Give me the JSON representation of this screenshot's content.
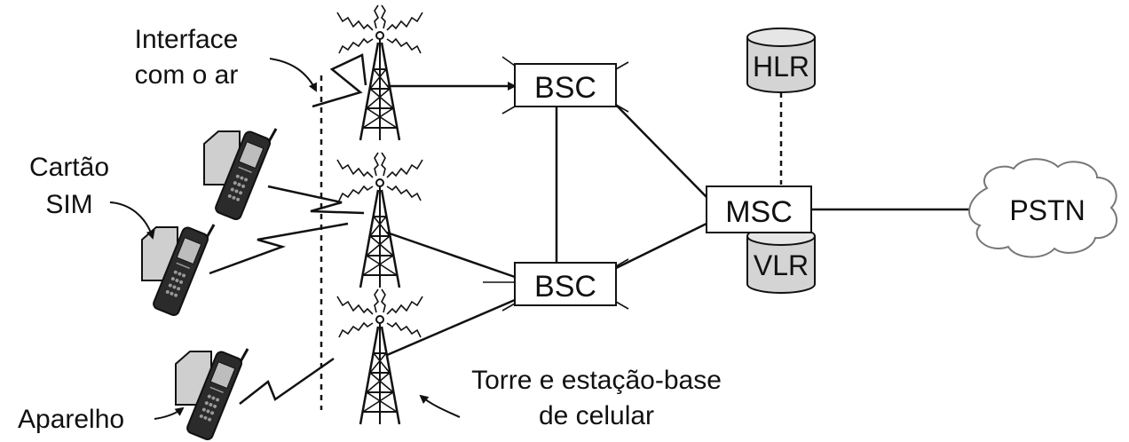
{
  "labels": {
    "air_interface": [
      "Interface",
      "com o ar"
    ],
    "sim_card": [
      "Cartão",
      "SIM"
    ],
    "handset": "Aparelho",
    "tower_caption": [
      "Torre e estação-base",
      "de celular"
    ]
  },
  "nodes": {
    "bsc_top": "BSC",
    "bsc_bottom": "BSC",
    "msc": "MSC",
    "hlr": "HLR",
    "vlr": "VLR",
    "pstn": "PSTN"
  },
  "colors": {
    "line": "#111111",
    "db_fill": "#d4d4d4",
    "phone_body": "#2b2b2b",
    "sim_fill": "#cfcfcf"
  },
  "icons": [
    "antenna-tower-icon",
    "mobile-phone-icon",
    "sim-card-icon",
    "database-icon",
    "cloud-icon"
  ]
}
